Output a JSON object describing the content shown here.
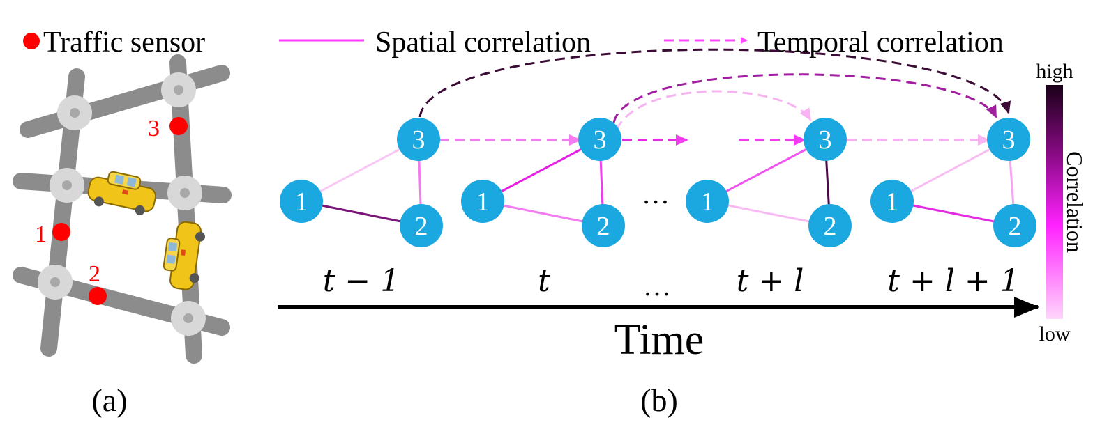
{
  "panel_a": {
    "legend_label": "Traffic sensor",
    "sensors": [
      {
        "id": "s1",
        "label": "1"
      },
      {
        "id": "s2",
        "label": "2"
      },
      {
        "id": "s3",
        "label": "3"
      }
    ],
    "caption": "(a)",
    "sensor_color": "#ff0000",
    "road_color": "#8c8c8c"
  },
  "panel_b": {
    "legend": {
      "spatial": "Spatial correlation",
      "temporal": "Temporal correlation"
    },
    "time_labels": [
      "t − 1",
      "t",
      "…",
      "t + l",
      "t + l + 1"
    ],
    "ellipsis": "…",
    "node_labels": {
      "n1": "1",
      "n2": "2",
      "n3": "3"
    },
    "axis_label": "Time",
    "caption": "(b)",
    "colorbar": {
      "high": "high",
      "low": "low",
      "title": "Correlation"
    },
    "node_color": "#1ba7e0"
  }
}
